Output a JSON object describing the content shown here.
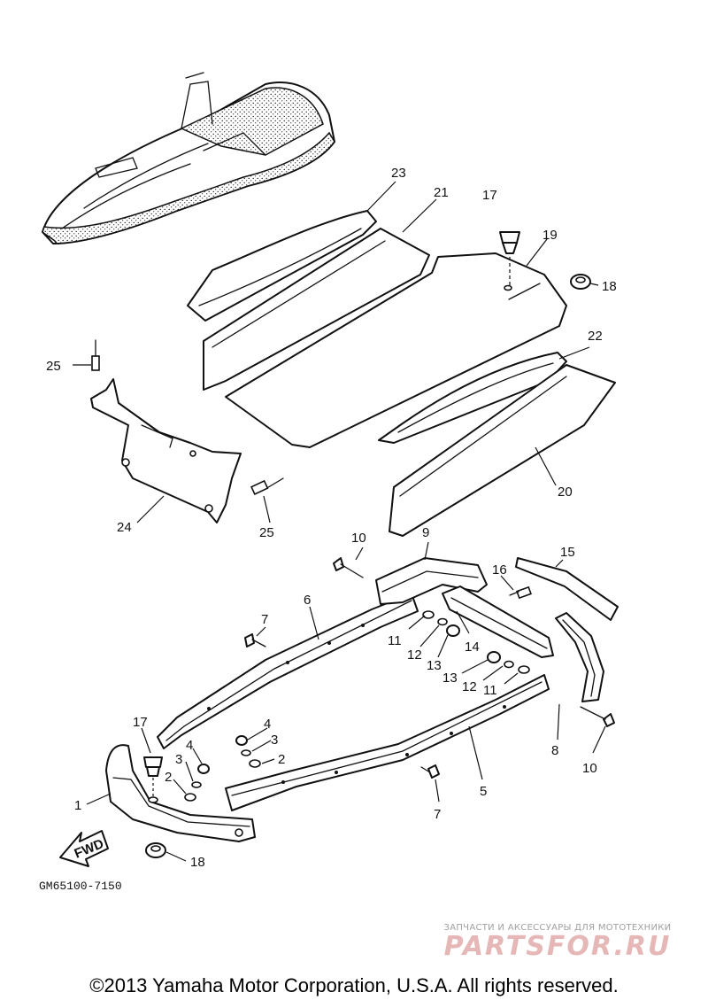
{
  "diagram": {
    "part_code": "GM65100-7150",
    "fwd_label": "FWD",
    "callouts": {
      "c1": "1",
      "c2a": "2",
      "c2b": "2",
      "c3a": "3",
      "c3b": "3",
      "c4a": "4",
      "c4b": "4",
      "c5": "5",
      "c6": "6",
      "c7a": "7",
      "c7b": "7",
      "c8": "8",
      "c9": "9",
      "c10a": "10",
      "c10b": "10",
      "c11a": "11",
      "c11b": "11",
      "c12a": "12",
      "c12b": "12",
      "c13a": "13",
      "c13b": "13",
      "c14": "14",
      "c15": "15",
      "c16": "16",
      "c17a": "17",
      "c17b": "17",
      "c18a": "18",
      "c18b": "18",
      "c19": "19",
      "c20": "20",
      "c21": "21",
      "c22": "22",
      "c23": "23",
      "c24": "24",
      "c25a": "25",
      "c25b": "25"
    }
  },
  "watermark": {
    "tagline": "ЗАПЧАСТИ И АКСЕССУАРЫ ДЛЯ МОТОТЕХНИКИ",
    "logo": "PARTSFOR.RU"
  },
  "footer": {
    "copyright": "©2013 Yamaha Motor Corporation, U.S.A. All rights reserved."
  },
  "colors": {
    "line": "#111111",
    "background": "#ffffff",
    "watermark": "#e6b7b7"
  }
}
